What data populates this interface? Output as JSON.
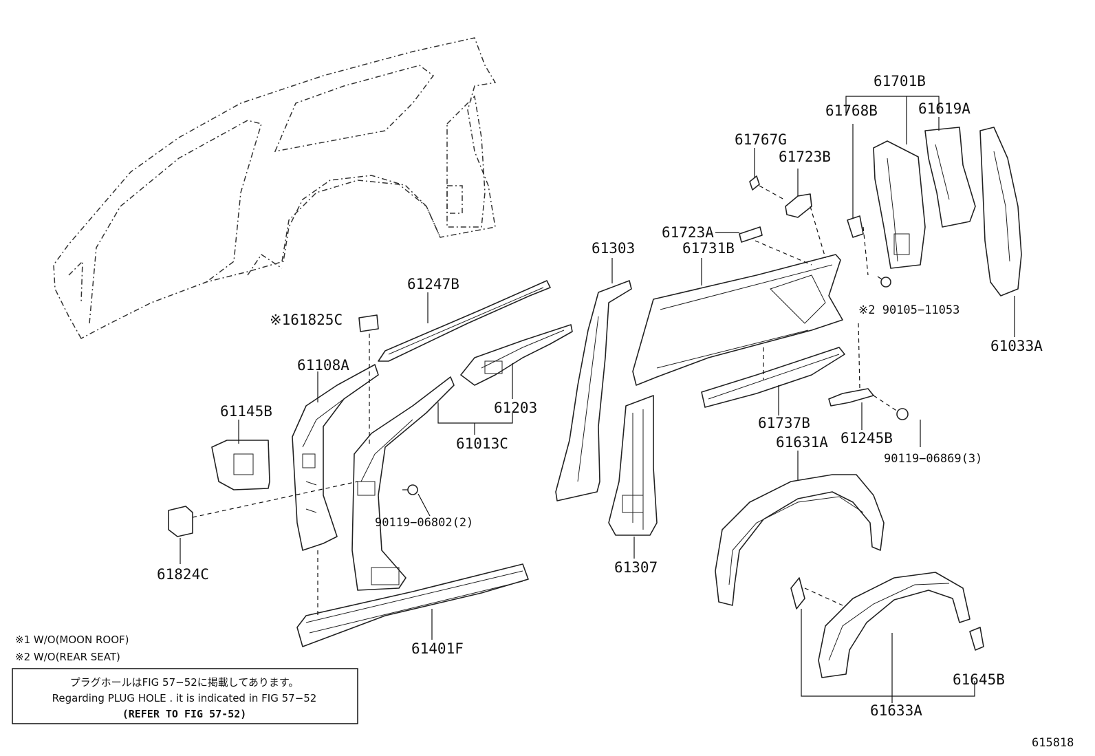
{
  "diagram_id": "615818",
  "parts": {
    "p61701B": "61701B",
    "p61768B": "61768B",
    "p61619A": "61619A",
    "p61767G": "61767G",
    "p61723B": "61723B",
    "p61723A": "61723A",
    "p61731B": "61731B",
    "p61303": "61303",
    "p61247B": "61247B",
    "p61825C": "※161825C",
    "p61108A": "61108A",
    "p61145B": "61145B",
    "p61203": "61203",
    "p61013C": "61013C",
    "p90119_06802": "90119−06802(2)",
    "p61824C": "61824C",
    "p61401F": "61401F",
    "p61307": "61307",
    "p61737B": "61737B",
    "p61245B": "61245B",
    "p90119_06869": "90119−06869(3)",
    "p61631A": "61631A",
    "p90105_11053": "※2  90105−11053",
    "p61033A": "61033A",
    "p61645B": "61645B",
    "p61633A": "61633A"
  },
  "notes": {
    "n1": "※1 W/O(MOON ROOF)",
    "n2": "※2 W/O(REAR SEAT)"
  },
  "info_box": {
    "line_jp": "プラグホールはFIG 57−52に掲載してあります。",
    "line_en": "Regarding  PLUG  HOLE . it is indicated in  FIG  57−52",
    "line_ref": "(REFER TO FIG 57-52)"
  }
}
